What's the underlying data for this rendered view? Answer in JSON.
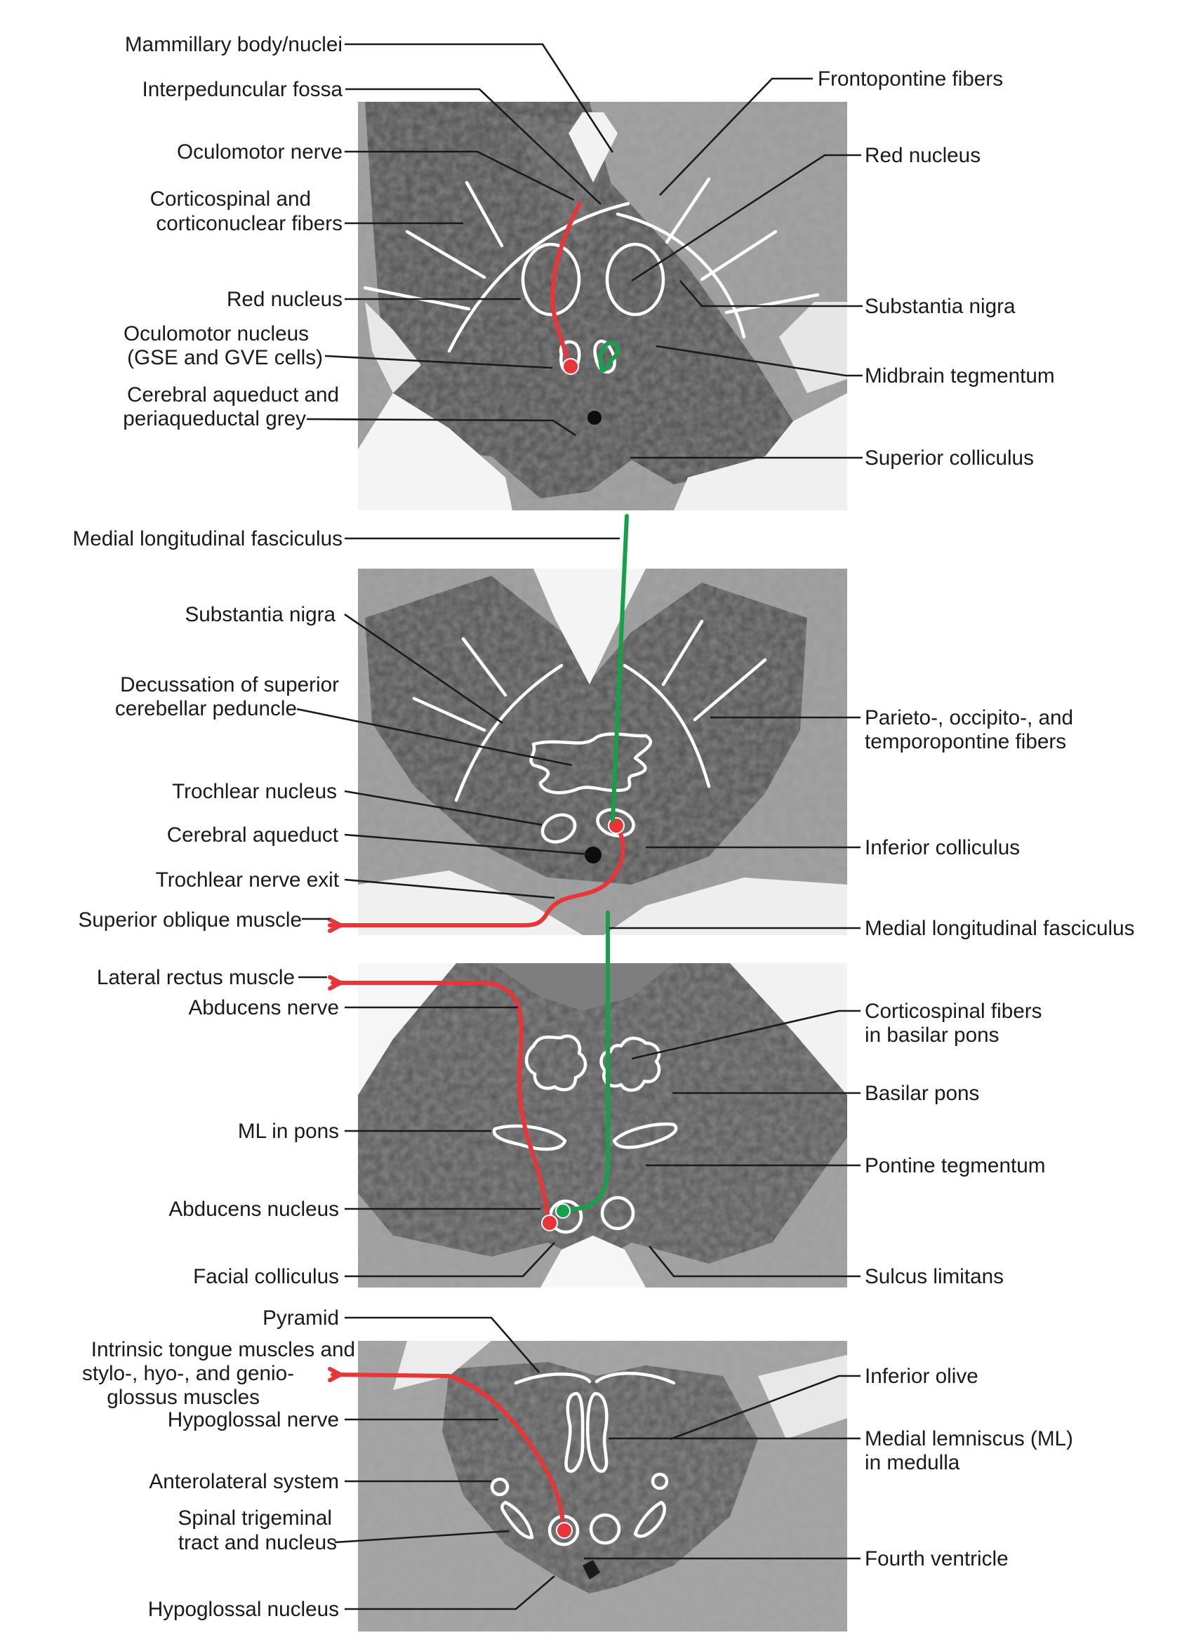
{
  "colors": {
    "motor_pathway": "#e8353a",
    "mlf_pathway": "#16a04a",
    "tissue_dark": "#4a4a4a",
    "tissue_light": "#9a9a9a"
  },
  "labels": {
    "mammillary_body": "Mammillary body/nuclei",
    "interpeduncular_fossa": "Interpeduncular fossa",
    "oculomotor_nerve": "Oculomotor nerve",
    "corticospinal_l1": "Corticospinal and",
    "corticospinal_l2": "corticonuclear fibers",
    "red_nucleus_left": "Red nucleus",
    "oculomotor_nucleus_l1": "Oculomotor nucleus",
    "oculomotor_nucleus_l2": "(GSE and GVE cells)",
    "cerebral_aqueduct_pag_l1": "Cerebral aqueduct and",
    "cerebral_aqueduct_pag_l2": "periaqueductal grey",
    "frontopontine": "Frontopontine fibers",
    "red_nucleus_right": "Red nucleus",
    "substantia_nigra_right": "Substantia nigra",
    "midbrain_tegmentum": "Midbrain tegmentum",
    "superior_colliculus": "Superior colliculus",
    "mlf_upper": "Medial longitudinal fasciculus",
    "substantia_nigra_left": "Substantia nigra",
    "decussation_l1": "Decussation of superior",
    "decussation_l2": "cerebellar peduncle",
    "trochlear_nucleus": "Trochlear nucleus",
    "cerebral_aqueduct": "Cerebral aqueduct",
    "trochlear_nerve_exit": "Trochlear nerve exit",
    "superior_oblique": "Superior oblique muscle",
    "parieto_l1": "Parieto-, occipito-, and",
    "parieto_l2": "temporopontine fibers",
    "inferior_colliculus": "Inferior colliculus",
    "mlf_lower": "Medial longitudinal fasciculus",
    "lateral_rectus": "Lateral rectus muscle",
    "abducens_nerve": "Abducens nerve",
    "ml_in_pons": "ML in pons",
    "abducens_nucleus": "Abducens nucleus",
    "facial_colliculus": "Facial colliculus",
    "corticospinal_pons_l1": "Corticospinal fibers",
    "corticospinal_pons_l2": "in basilar pons",
    "basilar_pons": "Basilar pons",
    "pontine_tegmentum": "Pontine tegmentum",
    "sulcus_limitans": "Sulcus limitans",
    "pyramid": "Pyramid",
    "tongue_l1": "Intrinsic tongue muscles and",
    "tongue_l2": "stylo-, hyo-, and genio-",
    "tongue_l3": "glossus muscles",
    "hypoglossal_nerve": "Hypoglossal nerve",
    "anterolateral_system": "Anterolateral system",
    "spinal_trigeminal_l1": "Spinal trigeminal",
    "spinal_trigeminal_l2": "tract and nucleus",
    "hypoglossal_nucleus": "Hypoglossal nucleus",
    "inferior_olive": "Inferior olive",
    "medial_lemniscus_l1": "Medial lemniscus (ML)",
    "medial_lemniscus_l2": "in medulla",
    "fourth_ventricle": "Fourth ventricle"
  }
}
